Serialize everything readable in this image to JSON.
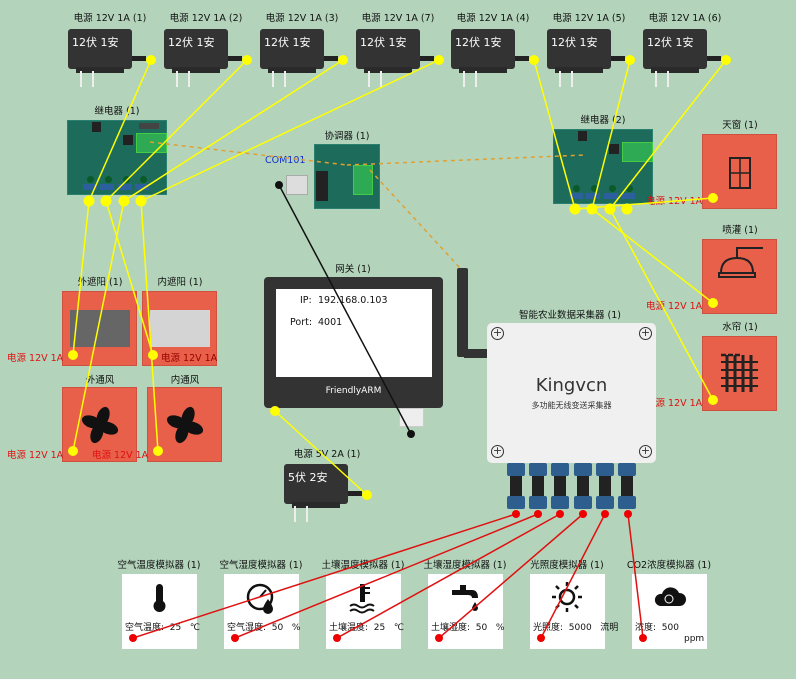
{
  "power_supplies": [
    {
      "title": "电源 12V  1A (1)",
      "face": "12伏 1安"
    },
    {
      "title": "电源 12V  1A (2)",
      "face": "12伏 1安"
    },
    {
      "title": "电源 12V  1A (3)",
      "face": "12伏 1安"
    },
    {
      "title": "电源 12V  1A (7)",
      "face": "12伏 1安"
    },
    {
      "title": "电源 12V  1A (4)",
      "face": "12伏 1安"
    },
    {
      "title": "电源 12V  1A (5)",
      "face": "12伏 1安"
    },
    {
      "title": "电源 12V  1A (6)",
      "face": "12伏 1安"
    }
  ],
  "relay1": {
    "title": "继电器 (1)"
  },
  "relay2": {
    "title": "继电器 (2)"
  },
  "coordinator": {
    "title": "协调器 (1)",
    "port": "COM101"
  },
  "gateway": {
    "title": "网关 (1)",
    "ip_label": "IP:",
    "ip": "192.168.0.103",
    "port_label": "Port:",
    "port": "4001",
    "brand": "FriendlyARM"
  },
  "power_5v": {
    "title": "电源 5V   2A (1)",
    "face": "5伏 2安"
  },
  "collector": {
    "title": "智能农业数据采集器 (1)",
    "brand": "Kingvcn",
    "subtitle": "多功能无线变送采集器"
  },
  "actuators": {
    "skylight": "天窗 (1)",
    "sprinkler": "喷灌 (1)",
    "water_curtain": "水帘 (1)",
    "outer_shade": "外遮阳 (1)",
    "inner_shade": "内遮阳 (1)",
    "outer_fan": "外通风",
    "inner_fan": "内通风",
    "power_label": "电源 12V 1A"
  },
  "sensors": [
    {
      "title": "空气温度模拟器 (1)",
      "label": "空气温度:",
      "value": "25",
      "unit": "℃",
      "icon": "thermometer-icon"
    },
    {
      "title": "空气湿度模拟器 (1)",
      "label": "空气湿度:",
      "value": "50",
      "unit": "%",
      "icon": "humidity-gauge-icon"
    },
    {
      "title": "土壤温度模拟器 (1)",
      "label": "土壤温度:",
      "value": "25",
      "unit": "℃",
      "icon": "soil-temperature-icon"
    },
    {
      "title": "土壤湿度模拟器 (1)",
      "label": "土壤湿度:",
      "value": "50",
      "unit": "%",
      "icon": "faucet-icon"
    },
    {
      "title": "光照度模拟器 (1)",
      "label": "光照度:",
      "value": "5000",
      "unit": "流明",
      "icon": "sun-icon"
    },
    {
      "title": "CO2浓度模拟器 (1)",
      "label": "浓度:",
      "value": "500",
      "unit": "ppm",
      "icon": "co2-cloud-icon"
    }
  ],
  "colors": {
    "background": "#b3d4bb",
    "power_wire": "#ffff00",
    "sensor_wire": "#e01010",
    "actuator": "#e8604a",
    "zigbee_link": "#e0a030"
  }
}
